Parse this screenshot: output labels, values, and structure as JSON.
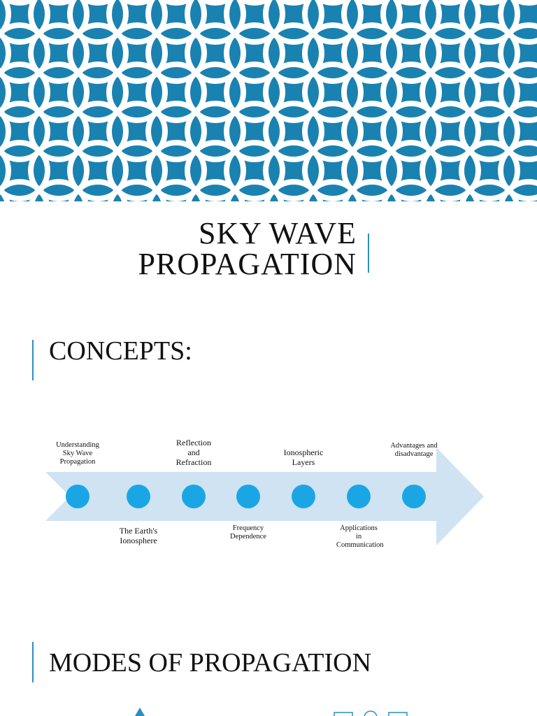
{
  "slide": {
    "title_line1": "SKY WAVE",
    "title_line2": "PROPAGATION"
  },
  "sections": {
    "concepts_heading": "CONCEPTS:",
    "modes_heading": "MODES OF PROPAGATION"
  },
  "timeline": {
    "items": [
      {
        "label": "Understanding Sky Wave Propagation",
        "position": "above"
      },
      {
        "label": "The Earth's Ionosphere",
        "position": "below"
      },
      {
        "label": "Reflection and Refraction",
        "position": "above"
      },
      {
        "label": "Frequency Dependence",
        "position": "below"
      },
      {
        "label": "Ionospheric Layers",
        "position": "above"
      },
      {
        "label": "Applications in Communication",
        "position": "below"
      },
      {
        "label": "Advantages and disadvantage",
        "position": "above"
      }
    ]
  },
  "colors": {
    "pattern_bg": "#1a82b0",
    "pattern_ring": "#ffffff",
    "accent": "#2a8fc0",
    "arrow_fill": "#cfe3f3",
    "node_fill": "#1aa6e4"
  }
}
